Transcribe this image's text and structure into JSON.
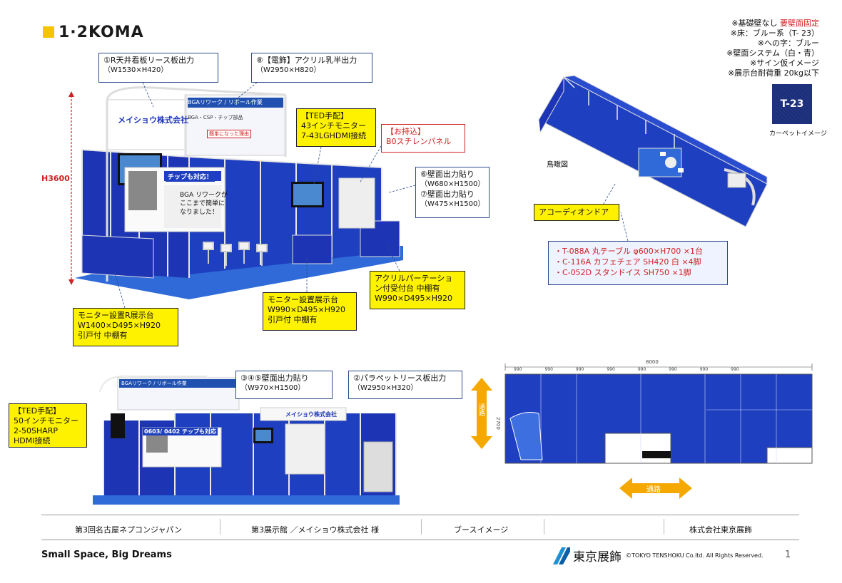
{
  "brand": {
    "logo_text": "1·2KOMA"
  },
  "notes": {
    "line1_a": "※基礎壁なし",
    "line1_b": "要壁面固定",
    "line2": "※床：ブルー系（T- 23）",
    "line3": "※への字：ブルー",
    "line4": "※壁面システム（白・青）",
    "line5": "※サイン仮イメージ",
    "line6": "※展示台耐荷重 20kg以下"
  },
  "carpet": {
    "code": "T-23",
    "caption": "カーペットイメージ"
  },
  "height_label": "H3600",
  "callouts": {
    "c1": {
      "title": "①R天井看板リース板出力",
      "dim": "（W1530×H420）"
    },
    "c8": {
      "title": "⑧【電飾】アクリル乳半出力",
      "dim": "（W2950×H820）"
    },
    "ted43": {
      "l1": "【TED手配】",
      "l2": "43インチモニター",
      "l3": "7-43LGHDMI接続"
    },
    "b0": {
      "l1": "【お持込】",
      "l2": "B0スチレンパネル"
    },
    "c67": {
      "l1": "⑥壁面出力貼り",
      "l2": "（W680×H1500）",
      "l3": "⑦壁面出力貼り",
      "l4": "（W475×H1500）"
    },
    "acry": {
      "l1": "アクリルパーテーショ",
      "l2": "ン付受付台 中棚有",
      "l3": "W990×D495×H920"
    },
    "mon_stand": {
      "l1": "モニター設置展示台",
      "l2": "W990×D495×H920",
      "l3": "引戸付 中棚有"
    },
    "mon_r": {
      "l1": "モニター設置R展示台",
      "l2": "W1400×D495×H920",
      "l3": "引戸付 中棚有"
    },
    "c345": {
      "title": "③④⑤壁面出力貼り",
      "dim": "（W970×H1500）"
    },
    "c2": {
      "title": "②パラペットリース板出力",
      "dim": "（W2950×H320）"
    },
    "ted50": {
      "l1": "【TED手配】",
      "l2": "50インチモニター",
      "l3": "2-50SHARP",
      "l4": "HDMI接続"
    },
    "accordion": {
      "l1": "アコーディオンドア"
    }
  },
  "birdseye_label": "鳥瞰図",
  "furniture": {
    "l1": "・T-088A 丸テーブル φ600×H700 ×1台",
    "l2": "・C-116A カフェチェア SH420 白 ×4脚",
    "l3": "・C-052D スタンドイス SH750 ×1脚"
  },
  "booth_signs": {
    "company": "メイショウ株式会社",
    "headline": "BGAリワーク / リボール作業",
    "sub": "BGA・CSP・チップ部品",
    "chip": "チップも対応！",
    "chip2": "0603/ 0402 チップも対応",
    "bga": "BGA リワークが ここまで簡単に なりました！",
    "easy": "簡単になった理由"
  },
  "floorplan": {
    "aisle_v": "通路",
    "aisle_h": "通路",
    "width": "8000",
    "depth": "2700",
    "top_dims": [
      "990",
      "990",
      "990",
      "990",
      "990",
      "990",
      "990",
      "990"
    ]
  },
  "footer": {
    "event": "第3回名古屋ネプコンジャパン",
    "hall": "第3展示館 ／メイショウ株式会社 様",
    "type": "ブースイメージ",
    "company": "株式会社東京展飾",
    "slogan": "Small Space, Big Dreams",
    "brand_name": "東京展飾",
    "copyright": "©TOKYO TENSHOKU Co.ltd. All Rights Reserved.",
    "page": "1"
  }
}
